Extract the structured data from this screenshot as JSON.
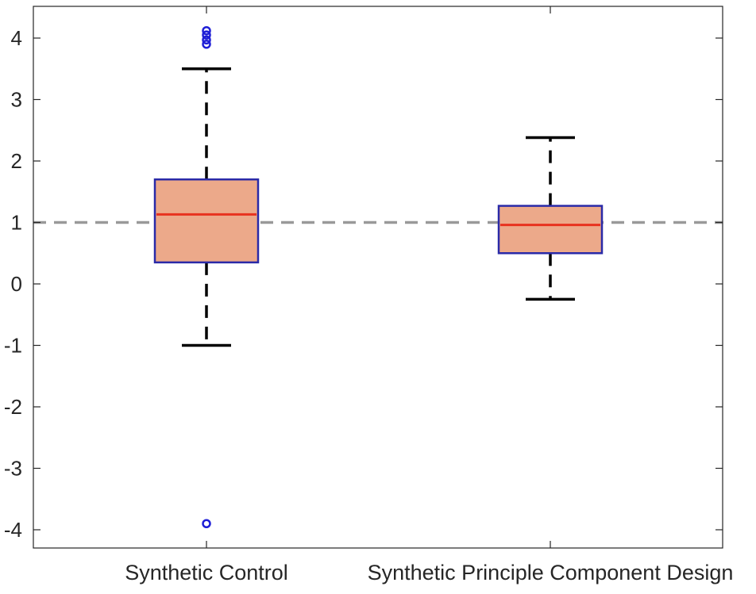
{
  "chart_data": {
    "type": "box",
    "title": "",
    "xlabel": "",
    "ylabel": "",
    "categories": [
      "Synthetic Control",
      "Synthetic Principle Component Design"
    ],
    "ylim": [
      -4.4,
      4.5
    ],
    "yticks": [
      4,
      3,
      2,
      1,
      0,
      -1,
      -2,
      -3,
      -4
    ],
    "ytick_labels": [
      "4",
      "3",
      "2",
      "1",
      "0",
      "-1",
      "-2",
      "-3",
      "-4"
    ],
    "reference_line": 1.0,
    "boxes": [
      {
        "category": "Synthetic Control",
        "whisker_low": -1.0,
        "q1": 0.35,
        "median": 1.13,
        "q3": 1.7,
        "whisker_high": 3.5,
        "outliers": [
          4.12,
          4.05,
          3.97,
          3.9,
          -3.9
        ]
      },
      {
        "category": "Synthetic Principle Component Design",
        "whisker_low": -0.25,
        "q1": 0.5,
        "median": 0.96,
        "q3": 1.27,
        "whisker_high": 2.38,
        "outliers": []
      }
    ],
    "colors": {
      "box_fill": "#eca98a",
      "box_edge": "#2a2aa8",
      "median": "#e8321e",
      "whisker": "#000000",
      "outlier": "#1f1fd6",
      "reference_line": "#999999",
      "axes": "#262626"
    },
    "grid": false,
    "legend": "none"
  }
}
